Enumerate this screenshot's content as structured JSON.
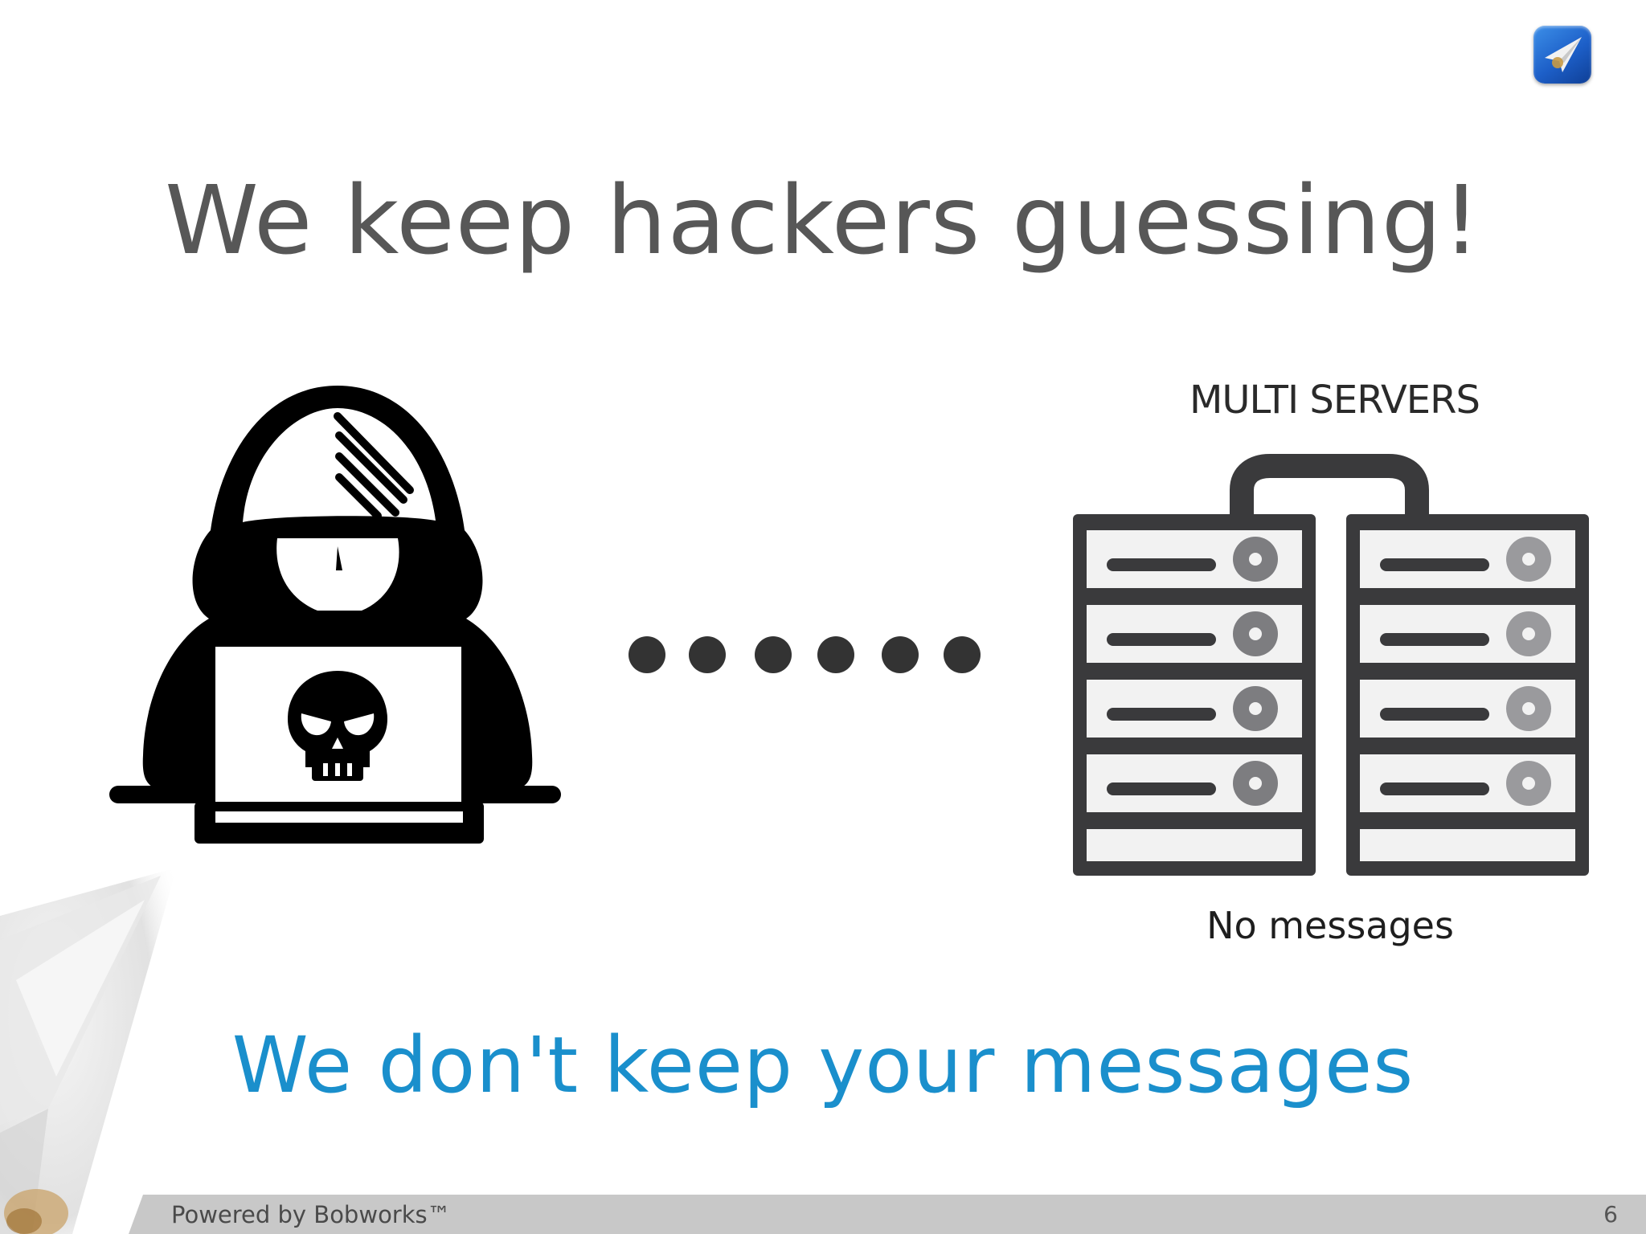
{
  "slide": {
    "title": "We keep hackers guessing!",
    "servers_label": "MULTI SERVERS",
    "servers_caption": "No messages",
    "tagline": "We don't keep your messages",
    "footer": "Powered by Bobworks™",
    "page_number": "6"
  },
  "icons": {
    "app_logo": "paper-plane-app-icon",
    "hacker": "hooded-hacker-icon",
    "laptop_skull": "skull-icon",
    "connection": "dotted-connection-icon",
    "servers": "server-rack-icon",
    "decoration": "paper-plane-icon"
  },
  "colors": {
    "title": "#575757",
    "tagline": "#1a8fcc",
    "footer_bar": "#c8c8c8",
    "server_frame": "#3a3a3c",
    "icon_black": "#000000"
  }
}
